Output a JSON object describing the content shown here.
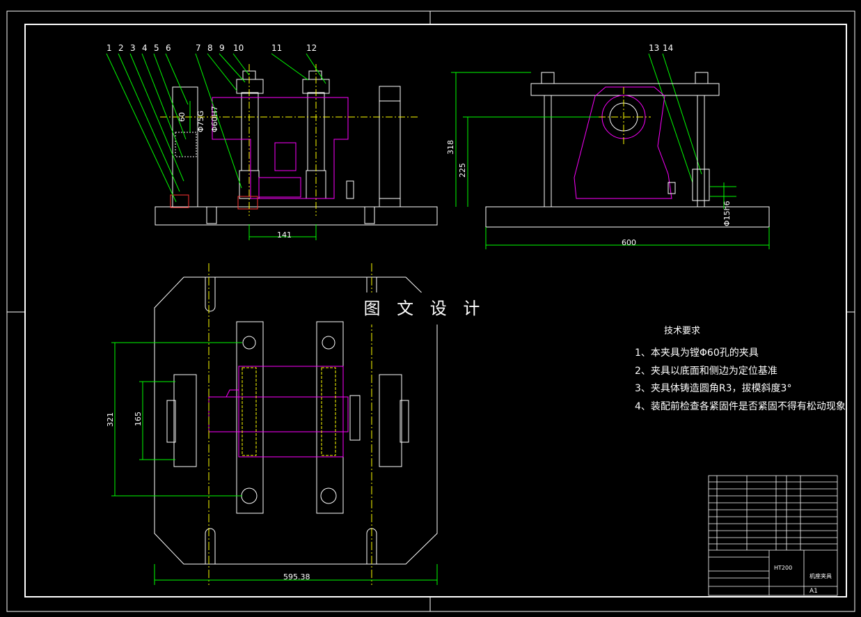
{
  "watermark": "图 文 设 计",
  "balloons": [
    "1",
    "2",
    "3",
    "4",
    "5",
    "6",
    "7",
    "8",
    "9",
    "10",
    "11",
    "12",
    "13",
    "14"
  ],
  "dimensions": {
    "front_width": "141",
    "front_height": "60",
    "front_dia1": "Φ75G",
    "front_dia2": "Φ60H7",
    "side_height_total": "318",
    "side_height_center": "225",
    "side_width": "600",
    "side_dia": "Φ15h6",
    "top_width": "595.38",
    "top_height_outer": "321",
    "top_height_inner": "165"
  },
  "notes": {
    "title": "技术要求",
    "items": [
      "1、本夹具为镗Φ60孔的夹具",
      "2、夹具以底面和侧边为定位基准",
      "3、夹具体铸造圆角R3，拔模斜度3°",
      "4、装配前检查各紧固件是否紧固不得有松动现象"
    ]
  },
  "title_block": {
    "material": "HT200",
    "part_name": "机座夹具",
    "sheet_size": "A1"
  },
  "colors": {
    "line": "#ffffff",
    "dimension": "#00ff00",
    "part": "#ff00ff",
    "center": "#ffff00",
    "background": "#000000"
  }
}
